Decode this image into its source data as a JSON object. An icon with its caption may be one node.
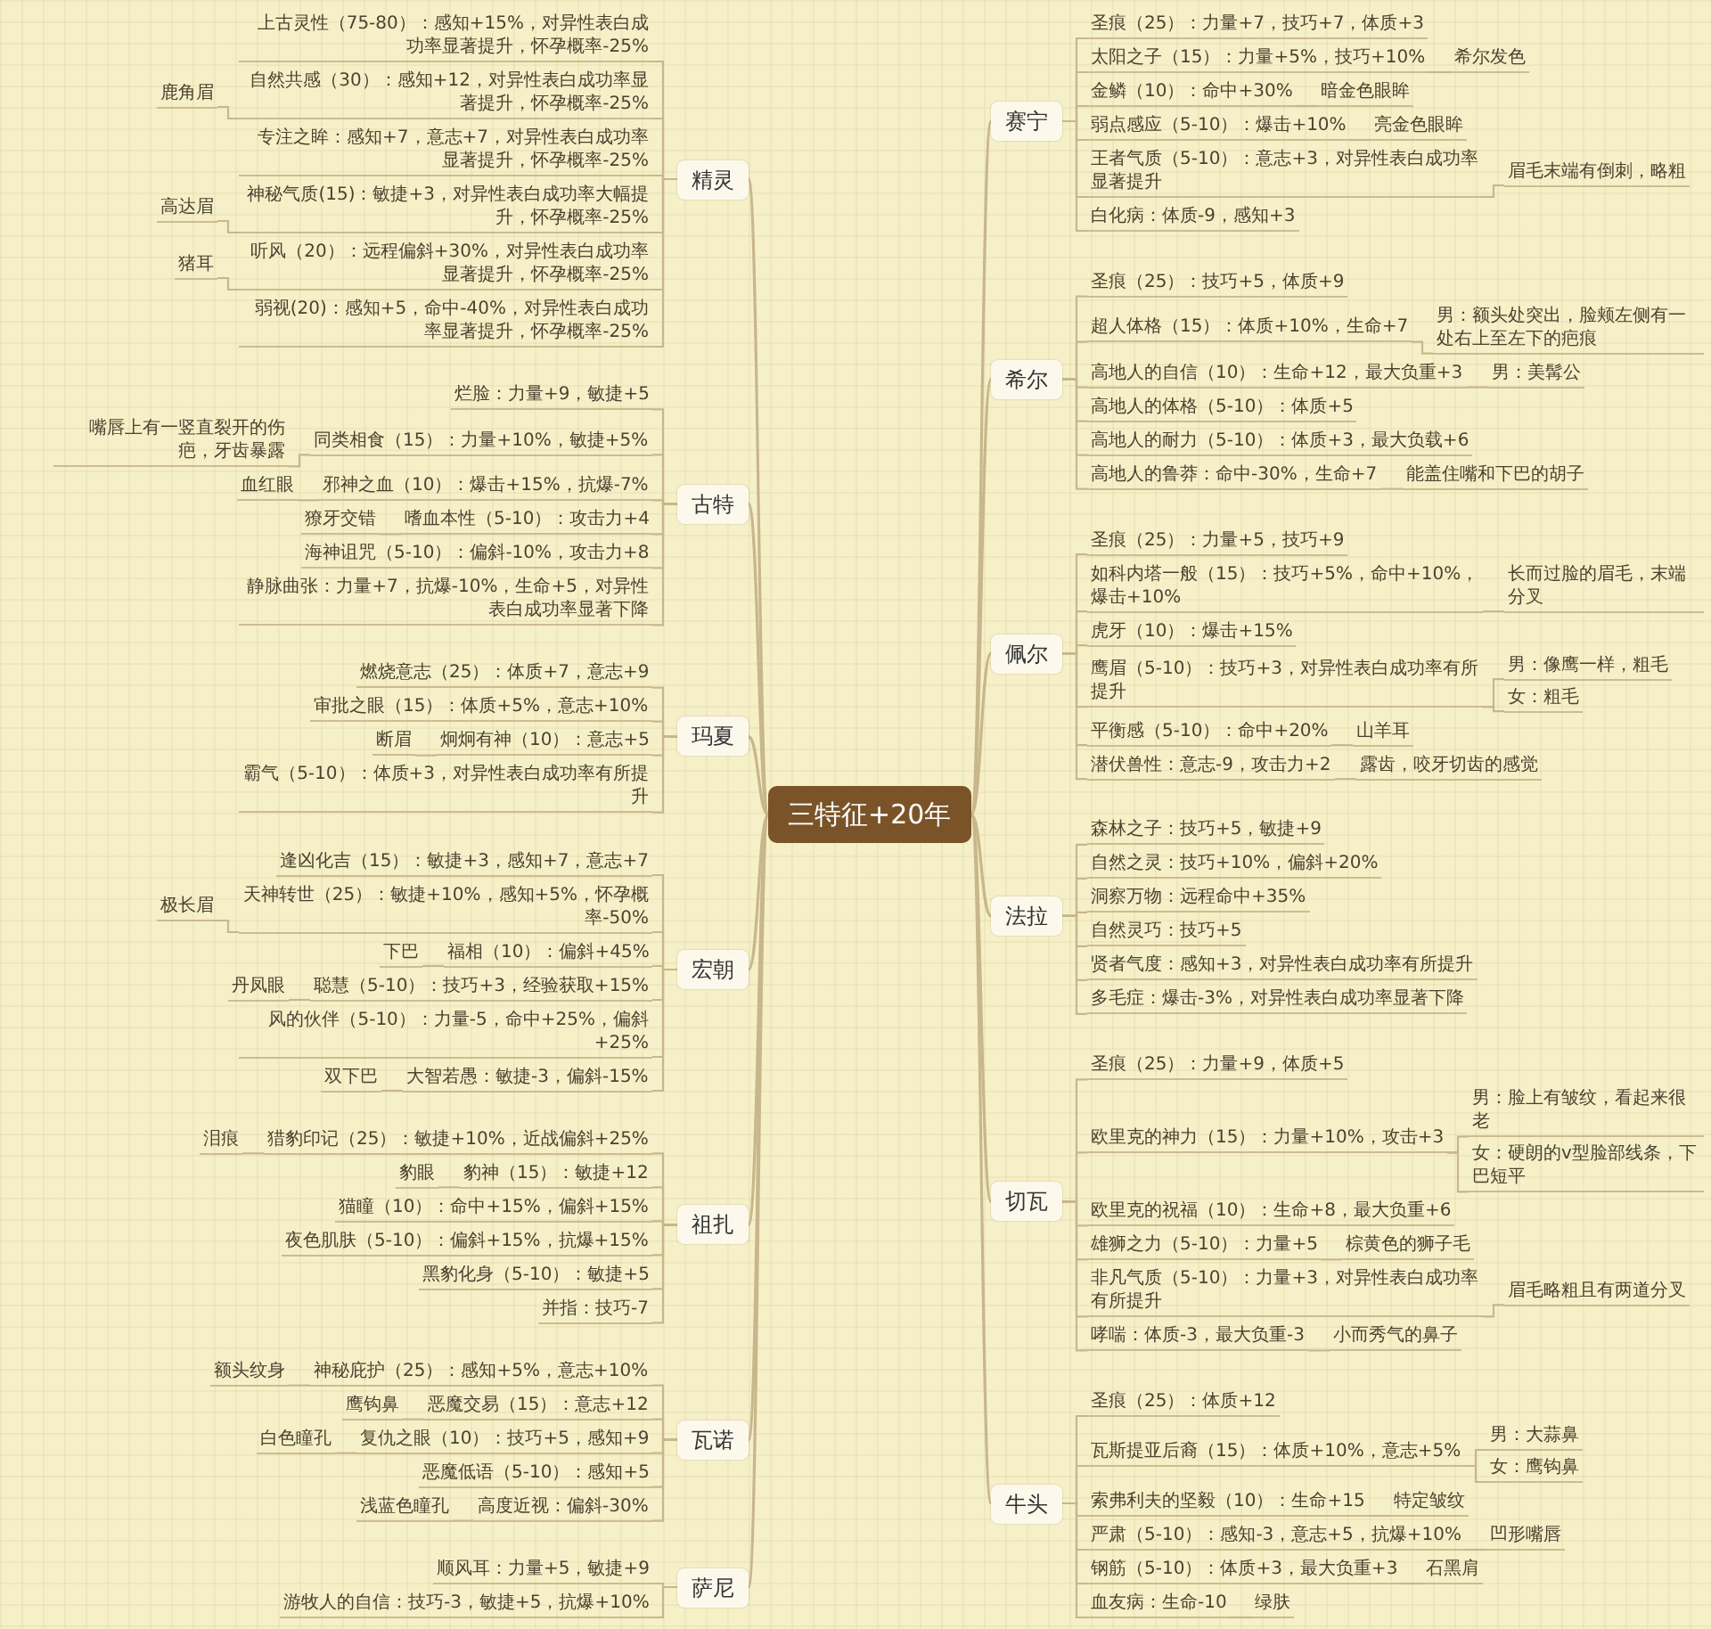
{
  "diagram": {
    "nodes": [
      {
        "text": [
          "三特征+20年"
        ]
      },
      {
        "text": [
          "精灵"
        ]
      },
      {
        "text": [
          "上古灵性（75-80）：感知+15%，对异性表白成功率显著提升，怀孕概率-25%"
        ]
      },
      {
        "text": [
          "自然共感（30）：感知+12，对异性表白成功率显著提升，怀孕概率-25%"
        ]
      },
      {
        "text": [
          "鹿角眉"
        ]
      },
      {
        "text": [
          "专注之眸：感知+7，意志+7，对异性表白成功率显著提升，怀孕概率-25%"
        ]
      },
      {
        "text": [
          "神秘气质(15)：敏捷+3，对异性表白成功率大幅提升，怀孕概率-25%"
        ]
      },
      {
        "text": [
          "高达眉"
        ]
      },
      {
        "text": [
          "听风（20）：远程偏斜+30%，对异性表白成功率显著提升，怀孕概率-25%"
        ]
      },
      {
        "text": [
          "猪耳"
        ]
      },
      {
        "text": [
          "弱视(20)：感知+5，命中-40%，对异性表白成功率显著提升，怀孕概率-25%"
        ]
      },
      {
        "text": [
          "古特"
        ]
      },
      {
        "text": [
          "烂脸：力量+9，敏捷+5"
        ]
      },
      {
        "text": [
          "同类相食（15）：力量+10%，敏捷+5%"
        ]
      },
      {
        "text": [
          "嘴唇上有一竖直裂开的伤疤，牙齿暴露"
        ]
      },
      {
        "text": [
          "邪神之血（10）：爆击+15%，抗爆-7%"
        ]
      },
      {
        "text": [
          "血红眼"
        ]
      },
      {
        "text": [
          "嗜血本性（5-10）：攻击力+4"
        ]
      },
      {
        "text": [
          "獠牙交错"
        ]
      },
      {
        "text": [
          "海神诅咒（5-10）：偏斜-10%，攻击力+8"
        ]
      },
      {
        "text": [
          "静脉曲张：力量+7，抗爆-10%，生命+5，对异性表白成功率显著下降"
        ]
      },
      {
        "text": [
          "玛夏"
        ]
      },
      {
        "text": [
          "燃烧意志（25）：体质+7，意志+9"
        ]
      },
      {
        "text": [
          "审批之眼（15）：体质+5%，意志+10%"
        ]
      },
      {
        "text": [
          "炯炯有神（10）：意志+5"
        ]
      },
      {
        "text": [
          "断眉"
        ]
      },
      {
        "text": [
          "霸气（5-10）：体质+3，对异性表白成功率有所提升"
        ]
      },
      {
        "text": [
          "宏朝"
        ]
      },
      {
        "text": [
          "逢凶化吉（15）：敏捷+3，感知+7，意志+7"
        ]
      },
      {
        "text": [
          "天神转世（25）：敏捷+10%，感知+5%，怀孕概率-50%"
        ]
      },
      {
        "text": [
          "极长眉"
        ]
      },
      {
        "text": [
          "福相（10）：偏斜+45%"
        ]
      },
      {
        "text": [
          "下巴"
        ]
      },
      {
        "text": [
          "聪慧（5-10）：技巧+3，经验获取+15%"
        ]
      },
      {
        "text": [
          "丹凤眼"
        ]
      },
      {
        "text": [
          "风的伙伴（5-10）：力量-5，命中+25%，偏斜+25%"
        ]
      },
      {
        "text": [
          "大智若愚：敏捷-3，偏斜-15%"
        ]
      },
      {
        "text": [
          "双下巴"
        ]
      },
      {
        "text": [
          "祖扎"
        ]
      },
      {
        "text": [
          "猎豹印记（25）：敏捷+10%，近战偏斜+25%"
        ]
      },
      {
        "text": [
          "泪痕"
        ]
      },
      {
        "text": [
          "豹神（15）：敏捷+12"
        ]
      },
      {
        "text": [
          "豹眼"
        ]
      },
      {
        "text": [
          "猫瞳（10）：命中+15%，偏斜+15%"
        ]
      },
      {
        "text": [
          "夜色肌肤（5-10）：偏斜+15%，抗爆+15%"
        ]
      },
      {
        "text": [
          "黑豹化身（5-10）：敏捷+5"
        ]
      },
      {
        "text": [
          "并指：技巧-7"
        ]
      },
      {
        "text": [
          "瓦诺"
        ]
      },
      {
        "text": [
          "神秘庇护（25）：感知+5%，意志+10%"
        ]
      },
      {
        "text": [
          "额头纹身"
        ]
      },
      {
        "text": [
          "恶魔交易（15）：意志+12"
        ]
      },
      {
        "text": [
          "鹰钩鼻"
        ]
      },
      {
        "text": [
          "复仇之眼（10）：技巧+5，感知+9"
        ]
      },
      {
        "text": [
          "白色瞳孔"
        ]
      },
      {
        "text": [
          "恶魔低语（5-10）：感知+5"
        ]
      },
      {
        "text": [
          "高度近视：偏斜-30%"
        ]
      },
      {
        "text": [
          "浅蓝色瞳孔"
        ]
      },
      {
        "text": [
          "萨尼"
        ]
      },
      {
        "text": [
          "顺风耳：力量+5，敏捷+9"
        ]
      },
      {
        "text": [
          "游牧人的自信：技巧-3，敏捷+5，抗爆+10%"
        ]
      },
      {
        "text": [
          "赛宁"
        ]
      },
      {
        "text": [
          "圣痕（25）：力量+7，技巧+7，体质+3"
        ]
      },
      {
        "text": [
          "太阳之子（15）：力量+5%，技巧+10%"
        ]
      },
      {
        "text": [
          "希尔发色"
        ]
      },
      {
        "text": [
          "金鳞（10）：命中+30%"
        ]
      },
      {
        "text": [
          "暗金色眼眸"
        ]
      },
      {
        "text": [
          "弱点感应（5-10）：爆击+10%"
        ]
      },
      {
        "text": [
          "亮金色眼眸"
        ]
      },
      {
        "text": [
          "王者气质（5-10）：意志+3，对异性表白成功率显著提升"
        ]
      },
      {
        "text": [
          "眉毛末端有倒刺，略粗"
        ]
      },
      {
        "text": [
          "白化病：体质-9，感知+3"
        ]
      },
      {
        "text": [
          "希尔"
        ]
      },
      {
        "text": [
          "圣痕（25）：技巧+5，体质+9"
        ]
      },
      {
        "text": [
          "超人体格（15）：体质+10%，生命+7"
        ]
      },
      {
        "text": [
          "男：额头处突出，脸颊左侧有一处右上至左下的疤痕"
        ]
      },
      {
        "text": [
          "高地人的自信（10）：生命+12，最大负重+3"
        ]
      },
      {
        "text": [
          "男：美髯公"
        ]
      },
      {
        "text": [
          "高地人的体格（5-10）：体质+5"
        ]
      },
      {
        "text": [
          "高地人的耐力（5-10）：体质+3，最大负载+6"
        ]
      },
      {
        "text": [
          "高地人的鲁莽：命中-30%，生命+7"
        ]
      },
      {
        "text": [
          "能盖住嘴和下巴的胡子"
        ]
      },
      {
        "text": [
          "佩尔"
        ]
      },
      {
        "text": [
          "圣痕（25）：力量+5，技巧+9"
        ]
      },
      {
        "text": [
          "如科内塔一般（15）：技巧+5%，命中+10%，爆击+10%"
        ]
      },
      {
        "text": [
          "长而过脸的眉毛，末端分叉"
        ]
      },
      {
        "text": [
          "虎牙（10）：爆击+15%"
        ]
      },
      {
        "text": [
          "鹰眉（5-10）：技巧+3，对异性表白成功率有所提升"
        ]
      },
      {
        "text": [
          "男：像鹰一样，粗毛"
        ]
      },
      {
        "text": [
          "女：粗毛"
        ]
      },
      {
        "text": [
          "平衡感（5-10）：命中+20%"
        ]
      },
      {
        "text": [
          "山羊耳"
        ]
      },
      {
        "text": [
          "潜伏兽性：意志-9，攻击力+2"
        ]
      },
      {
        "text": [
          "露齿，咬牙切齿的感觉"
        ]
      },
      {
        "text": [
          "法拉"
        ]
      },
      {
        "text": [
          "森林之子：技巧+5，敏捷+9"
        ]
      },
      {
        "text": [
          "自然之灵：技巧+10%，偏斜+20%"
        ]
      },
      {
        "text": [
          "洞察万物：远程命中+35%"
        ]
      },
      {
        "text": [
          "自然灵巧：技巧+5"
        ]
      },
      {
        "text": [
          "贤者气度：感知+3，对异性表白成功率有所提升"
        ]
      },
      {
        "text": [
          "多毛症：爆击-3%，对异性表白成功率显著下降"
        ]
      },
      {
        "text": [
          "切瓦"
        ]
      },
      {
        "text": [
          "圣痕（25）：力量+9，体质+5"
        ]
      },
      {
        "text": [
          "欧里克的神力（15）：力量+10%，攻击+3"
        ]
      },
      {
        "text": [
          "男：脸上有皱纹，看起来很老"
        ]
      },
      {
        "text": [
          "女：硬朗的v型脸部线条，下巴短平"
        ]
      },
      {
        "text": [
          "欧里克的祝福（10）：生命+8，最大负重+6"
        ]
      },
      {
        "text": [
          "雄狮之力（5-10）：力量+5"
        ]
      },
      {
        "text": [
          "棕黄色的狮子毛"
        ]
      },
      {
        "text": [
          "非凡气质（5-10）：力量+3，对异性表白成功率有所提升"
        ]
      },
      {
        "text": [
          "眉毛略粗且有两道分叉"
        ]
      },
      {
        "text": [
          "哮喘：体质-3，最大负重-3"
        ]
      },
      {
        "text": [
          "小而秀气的鼻子"
        ]
      },
      {
        "text": [
          "牛头"
        ]
      },
      {
        "text": [
          "圣痕（25）：体质+12"
        ]
      },
      {
        "text": [
          "瓦斯提亚后裔（15）：体质+10%，意志+5%"
        ]
      },
      {
        "text": [
          "男：大蒜鼻"
        ]
      },
      {
        "text": [
          "女：鹰钩鼻"
        ]
      },
      {
        "text": [
          "索弗利夫的坚毅（10）：生命+15"
        ]
      },
      {
        "text": [
          "特定皱纹"
        ]
      },
      {
        "text": [
          "严肃（5-10）：感知-3，意志+5，抗爆+10%"
        ]
      },
      {
        "text": [
          "凹形嘴唇"
        ]
      },
      {
        "text": [
          "钢筋（5-10）：体质+3，最大负重+3"
        ]
      },
      {
        "text": [
          "石黑肩"
        ]
      },
      {
        "text": [
          "血友病：生命-10"
        ]
      },
      {
        "text": [
          "绿肤"
        ]
      }
    ],
    "edges": [
      {
        "from": 0,
        "to": 1,
        "arrow": "none"
      },
      {
        "from": 0,
        "to": 11,
        "arrow": "none"
      },
      {
        "from": 0,
        "to": 21,
        "arrow": "none"
      },
      {
        "from": 0,
        "to": 27,
        "arrow": "none"
      },
      {
        "from": 0,
        "to": 38,
        "arrow": "none"
      },
      {
        "from": 0,
        "to": 47,
        "arrow": "none"
      },
      {
        "from": 0,
        "to": 57,
        "arrow": "none"
      },
      {
        "from": 0,
        "to": 60,
        "arrow": "none"
      },
      {
        "from": 0,
        "to": 71,
        "arrow": "none"
      },
      {
        "from": 0,
        "to": 81,
        "arrow": "none"
      },
      {
        "from": 0,
        "to": 93,
        "arrow": "none"
      },
      {
        "from": 0,
        "to": 100,
        "arrow": "none"
      },
      {
        "from": 0,
        "to": 112,
        "arrow": "none"
      },
      {
        "from": 1,
        "to": 2,
        "arrow": "none"
      },
      {
        "from": 1,
        "to": 3,
        "arrow": "none"
      },
      {
        "from": 3,
        "to": 4,
        "arrow": "none"
      },
      {
        "from": 1,
        "to": 5,
        "arrow": "none"
      },
      {
        "from": 1,
        "to": 6,
        "arrow": "none"
      },
      {
        "from": 6,
        "to": 7,
        "arrow": "none"
      },
      {
        "from": 1,
        "to": 8,
        "arrow": "none"
      },
      {
        "from": 8,
        "to": 9,
        "arrow": "none"
      },
      {
        "from": 1,
        "to": 10,
        "arrow": "none"
      },
      {
        "from": 11,
        "to": 12,
        "arrow": "none"
      },
      {
        "from": 11,
        "to": 13,
        "arrow": "none"
      },
      {
        "from": 13,
        "to": 14,
        "arrow": "none"
      },
      {
        "from": 11,
        "to": 15,
        "arrow": "none"
      },
      {
        "from": 15,
        "to": 16,
        "arrow": "none"
      },
      {
        "from": 11,
        "to": 17,
        "arrow": "none"
      },
      {
        "from": 17,
        "to": 18,
        "arrow": "none"
      },
      {
        "from": 11,
        "to": 19,
        "arrow": "none"
      },
      {
        "from": 11,
        "to": 20,
        "arrow": "none"
      },
      {
        "from": 21,
        "to": 22,
        "arrow": "none"
      },
      {
        "from": 21,
        "to": 23,
        "arrow": "none"
      },
      {
        "from": 21,
        "to": 24,
        "arrow": "none"
      },
      {
        "from": 24,
        "to": 25,
        "arrow": "none"
      },
      {
        "from": 21,
        "to": 26,
        "arrow": "none"
      },
      {
        "from": 27,
        "to": 28,
        "arrow": "none"
      },
      {
        "from": 27,
        "to": 29,
        "arrow": "none"
      },
      {
        "from": 29,
        "to": 30,
        "arrow": "none"
      },
      {
        "from": 27,
        "to": 31,
        "arrow": "none"
      },
      {
        "from": 31,
        "to": 32,
        "arrow": "none"
      },
      {
        "from": 27,
        "to": 33,
        "arrow": "none"
      },
      {
        "from": 33,
        "to": 34,
        "arrow": "none"
      },
      {
        "from": 27,
        "to": 35,
        "arrow": "none"
      },
      {
        "from": 27,
        "to": 36,
        "arrow": "none"
      },
      {
        "from": 36,
        "to": 37,
        "arrow": "none"
      },
      {
        "from": 38,
        "to": 39,
        "arrow": "none"
      },
      {
        "from": 39,
        "to": 40,
        "arrow": "none"
      },
      {
        "from": 38,
        "to": 41,
        "arrow": "none"
      },
      {
        "from": 41,
        "to": 42,
        "arrow": "none"
      },
      {
        "from": 38,
        "to": 43,
        "arrow": "none"
      },
      {
        "from": 38,
        "to": 44,
        "arrow": "none"
      },
      {
        "from": 38,
        "to": 45,
        "arrow": "none"
      },
      {
        "from": 38,
        "to": 46,
        "arrow": "none"
      },
      {
        "from": 47,
        "to": 48,
        "arrow": "none"
      },
      {
        "from": 48,
        "to": 49,
        "arrow": "none"
      },
      {
        "from": 47,
        "to": 50,
        "arrow": "none"
      },
      {
        "from": 50,
        "to": 51,
        "arrow": "none"
      },
      {
        "from": 47,
        "to": 52,
        "arrow": "none"
      },
      {
        "from": 52,
        "to": 53,
        "arrow": "none"
      },
      {
        "from": 47,
        "to": 54,
        "arrow": "none"
      },
      {
        "from": 47,
        "to": 55,
        "arrow": "none"
      },
      {
        "from": 55,
        "to": 56,
        "arrow": "none"
      },
      {
        "from": 57,
        "to": 58,
        "arrow": "none"
      },
      {
        "from": 57,
        "to": 59,
        "arrow": "none"
      },
      {
        "from": 60,
        "to": 61,
        "arrow": "none"
      },
      {
        "from": 60,
        "to": 62,
        "arrow": "none"
      },
      {
        "from": 62,
        "to": 63,
        "arrow": "none"
      },
      {
        "from": 60,
        "to": 64,
        "arrow": "none"
      },
      {
        "from": 64,
        "to": 65,
        "arrow": "none"
      },
      {
        "from": 60,
        "to": 66,
        "arrow": "none"
      },
      {
        "from": 66,
        "to": 67,
        "arrow": "none"
      },
      {
        "from": 60,
        "to": 68,
        "arrow": "none"
      },
      {
        "from": 68,
        "to": 69,
        "arrow": "none"
      },
      {
        "from": 60,
        "to": 70,
        "arrow": "none"
      },
      {
        "from": 71,
        "to": 72,
        "arrow": "none"
      },
      {
        "from": 71,
        "to": 73,
        "arrow": "none"
      },
      {
        "from": 73,
        "to": 74,
        "arrow": "none"
      },
      {
        "from": 71,
        "to": 75,
        "arrow": "none"
      },
      {
        "from": 75,
        "to": 76,
        "arrow": "none"
      },
      {
        "from": 71,
        "to": 77,
        "arrow": "none"
      },
      {
        "from": 71,
        "to": 78,
        "arrow": "none"
      },
      {
        "from": 71,
        "to": 79,
        "arrow": "none"
      },
      {
        "from": 79,
        "to": 80,
        "arrow": "none"
      },
      {
        "from": 81,
        "to": 82,
        "arrow": "none"
      },
      {
        "from": 81,
        "to": 83,
        "arrow": "none"
      },
      {
        "from": 83,
        "to": 84,
        "arrow": "none"
      },
      {
        "from": 81,
        "to": 85,
        "arrow": "none"
      },
      {
        "from": 81,
        "to": 86,
        "arrow": "none"
      },
      {
        "from": 86,
        "to": 87,
        "arrow": "none"
      },
      {
        "from": 86,
        "to": 88,
        "arrow": "none"
      },
      {
        "from": 81,
        "to": 89,
        "arrow": "none"
      },
      {
        "from": 89,
        "to": 90,
        "arrow": "none"
      },
      {
        "from": 81,
        "to": 91,
        "arrow": "none"
      },
      {
        "from": 91,
        "to": 92,
        "arrow": "none"
      },
      {
        "from": 93,
        "to": 94,
        "arrow": "none"
      },
      {
        "from": 93,
        "to": 95,
        "arrow": "none"
      },
      {
        "from": 93,
        "to": 96,
        "arrow": "none"
      },
      {
        "from": 93,
        "to": 97,
        "arrow": "none"
      },
      {
        "from": 93,
        "to": 98,
        "arrow": "none"
      },
      {
        "from": 93,
        "to": 99,
        "arrow": "none"
      },
      {
        "from": 100,
        "to": 101,
        "arrow": "none"
      },
      {
        "from": 100,
        "to": 102,
        "arrow": "none"
      },
      {
        "from": 102,
        "to": 103,
        "arrow": "none"
      },
      {
        "from": 102,
        "to": 104,
        "arrow": "none"
      },
      {
        "from": 100,
        "to": 105,
        "arrow": "none"
      },
      {
        "from": 100,
        "to": 106,
        "arrow": "none"
      },
      {
        "from": 106,
        "to": 107,
        "arrow": "none"
      },
      {
        "from": 100,
        "to": 108,
        "arrow": "none"
      },
      {
        "from": 108,
        "to": 109,
        "arrow": "none"
      },
      {
        "from": 100,
        "to": 110,
        "arrow": "none"
      },
      {
        "from": 110,
        "to": 111,
        "arrow": "none"
      },
      {
        "from": 112,
        "to": 113,
        "arrow": "none"
      },
      {
        "from": 112,
        "to": 114,
        "arrow": "none"
      },
      {
        "from": 114,
        "to": 115,
        "arrow": "none"
      },
      {
        "from": 114,
        "to": 116,
        "arrow": "none"
      },
      {
        "from": 112,
        "to": 117,
        "arrow": "none"
      },
      {
        "from": 117,
        "to": 118,
        "arrow": "none"
      },
      {
        "from": 112,
        "to": 119,
        "arrow": "none"
      },
      {
        "from": 119,
        "to": 120,
        "arrow": "none"
      },
      {
        "from": 112,
        "to": 121,
        "arrow": "none"
      },
      {
        "from": 121,
        "to": 122,
        "arrow": "none"
      },
      {
        "from": 112,
        "to": 123,
        "arrow": "none"
      },
      {
        "from": 123,
        "to": 124,
        "arrow": "none"
      }
    ]
  }
}
